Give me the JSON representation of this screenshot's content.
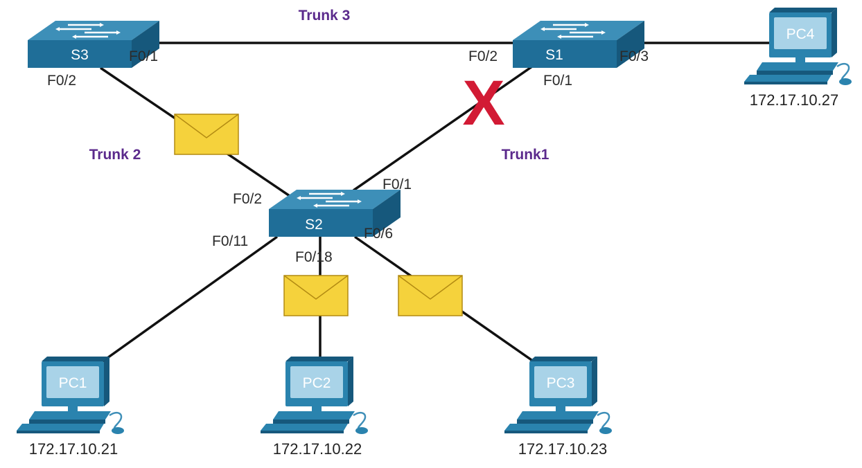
{
  "colors": {
    "switch_top": "#3d8fb8",
    "switch_front": "#1f6e98",
    "switch_side": "#16587c",
    "pc_body": "#2a83ae",
    "pc_screen": "#a9d3e8",
    "trunk_label": "#5b2a8c",
    "blocked_x": "#d21a34",
    "envelope": "#f5d23c",
    "envelope_edge": "#b28a12",
    "link": "#111111"
  },
  "switches": {
    "s1": {
      "label": "S1"
    },
    "s2": {
      "label": "S2"
    },
    "s3": {
      "label": "S3"
    }
  },
  "pcs": {
    "pc1": {
      "label": "PC1",
      "ip": "172.17.10.21"
    },
    "pc2": {
      "label": "PC2",
      "ip": "172.17.10.22"
    },
    "pc3": {
      "label": "PC3",
      "ip": "172.17.10.23"
    },
    "pc4": {
      "label": "PC4",
      "ip": "172.17.10.27"
    }
  },
  "trunks": {
    "trunk1": "Trunk1",
    "trunk2": "Trunk 2",
    "trunk3": "Trunk 3"
  },
  "ports": {
    "s3_f01": "F0/1",
    "s3_f02": "F0/2",
    "s1_f02": "F0/2",
    "s1_f01": "F0/1",
    "s1_f03": "F0/3",
    "s2_f01": "F0/1",
    "s2_f02": "F0/2",
    "s2_f011": "F0/11",
    "s2_f018": "F0/18",
    "s2_f06": "F0/6"
  },
  "blocked_link_mark": "X",
  "icons": {
    "switch": "switch-icon",
    "pc": "pc-icon",
    "frame": "envelope-icon"
  }
}
